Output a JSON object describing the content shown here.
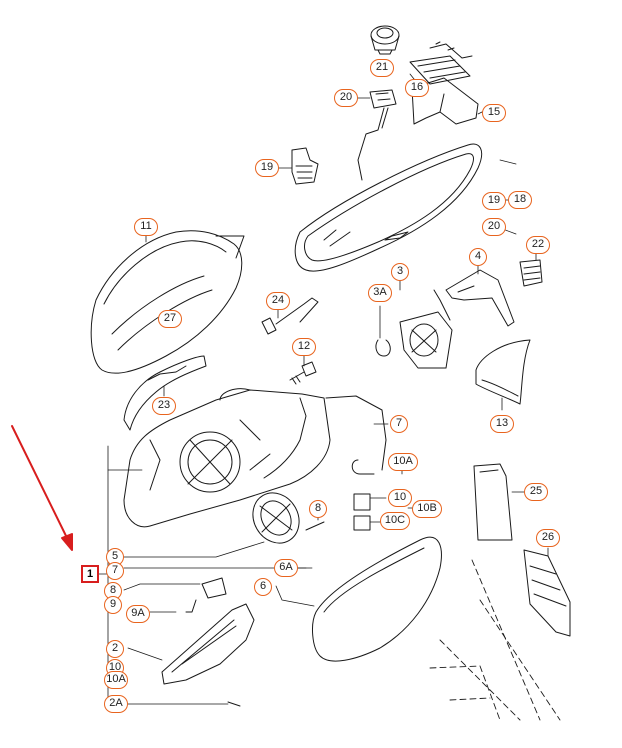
{
  "colors": {
    "callout_border": "#e8641e",
    "highlight": "#d81e1e",
    "line": "#1a1a1a",
    "background": "#ffffff"
  },
  "icons": {
    "arrow": "red-pointer-arrow-icon"
  },
  "callouts": {
    "c21": "21",
    "c16": "16",
    "c15": "15",
    "c20a": "20",
    "c19a": "19",
    "c19b": "19",
    "c18": "18",
    "c20b": "20",
    "c22": "22",
    "c11": "11",
    "c3": "3",
    "c4": "4",
    "c3a": "3A",
    "c24": "24",
    "c27": "27",
    "c12": "12",
    "c13": "13",
    "c23": "23",
    "c7": "7",
    "c10a_top": "10A",
    "c10a": "10",
    "c10b": "10B",
    "c10c": "10C",
    "c25": "25",
    "c8": "8",
    "c26": "26",
    "c5": "5",
    "c7b": "7",
    "c1": "1",
    "c6a": "6A",
    "c6": "6",
    "c8b": "8",
    "c9": "9",
    "c9a": "9A",
    "c2": "2",
    "c10b2": "10",
    "c10a2": "10A",
    "c2a": "2A"
  },
  "selected_part": "1"
}
